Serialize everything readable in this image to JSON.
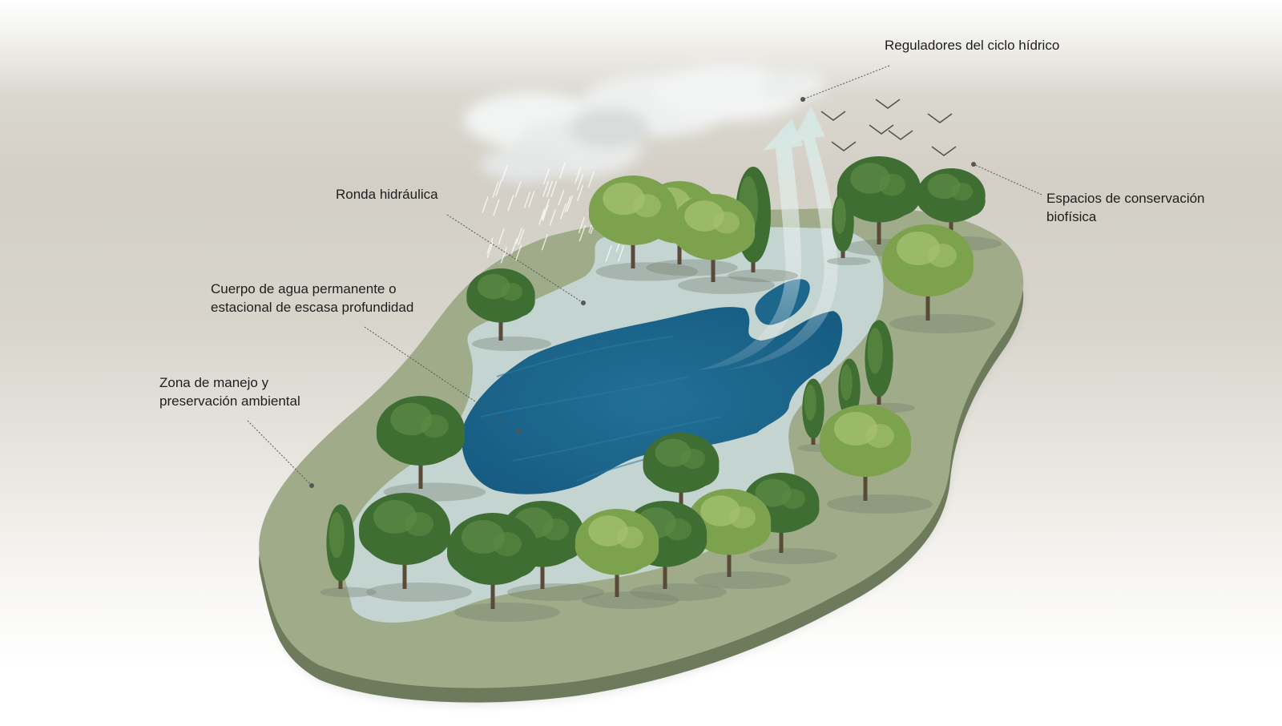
{
  "labels": {
    "reguladores": [
      "Reguladores del ciclo hídrico"
    ],
    "espacios": [
      "Espacios de conservación",
      "biofísica"
    ],
    "ronda": [
      "Ronda hidráulica"
    ],
    "cuerpo": [
      "Cuerpo de agua permanente o",
      "estacional de escasa profundidad"
    ],
    "zona": [
      "Zona de manejo y",
      "preservación ambiental"
    ]
  },
  "colors": {
    "background": "#d3cfc6",
    "land_top": "#a1ad8a",
    "land_side": "#6f7b5c",
    "buffer_zone": "#c5d5d2",
    "water": "#1f6a8e",
    "water_dark": "#15557a",
    "tree_dark": "#3f6e33",
    "tree_light": "#7da24e",
    "leader_line": "#444444"
  },
  "icons": [
    "cloud-icon",
    "rain-icon",
    "bird-icon",
    "arrow-icon",
    "tree-icon"
  ]
}
